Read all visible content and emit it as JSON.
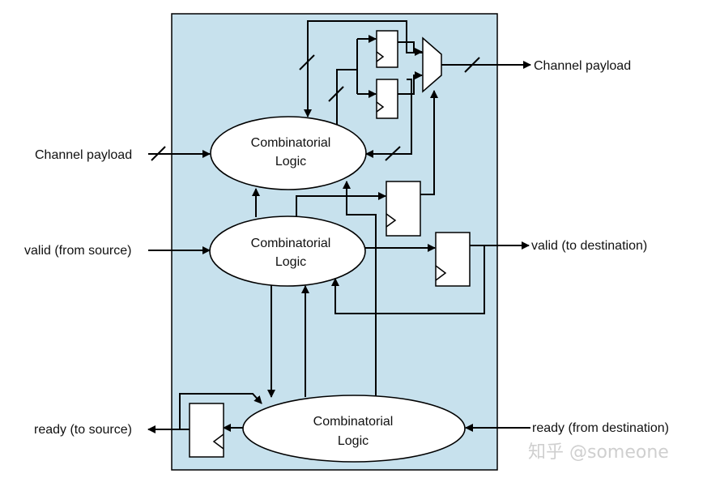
{
  "diagram": {
    "colors": {
      "panel_fill": "#c7e1ed",
      "stroke": "#000000",
      "watermark": "#cfcfcf"
    },
    "ellipses": [
      {
        "id": "logic_top",
        "line1": "Combinatorial",
        "line2": "Logic"
      },
      {
        "id": "logic_mid",
        "line1": "Combinatorial",
        "line2": "Logic"
      },
      {
        "id": "logic_bottom",
        "line1": "Combinatorial",
        "line2": "Logic"
      }
    ],
    "labels": {
      "channel_payload_in": "Channel payload",
      "channel_payload_out": "Channel payload",
      "valid_in": "valid (from source)",
      "valid_out": "valid (to destination)",
      "ready_out": "ready (to source)",
      "ready_in": "ready (from destination)"
    },
    "watermark": "知乎 @someone"
  }
}
